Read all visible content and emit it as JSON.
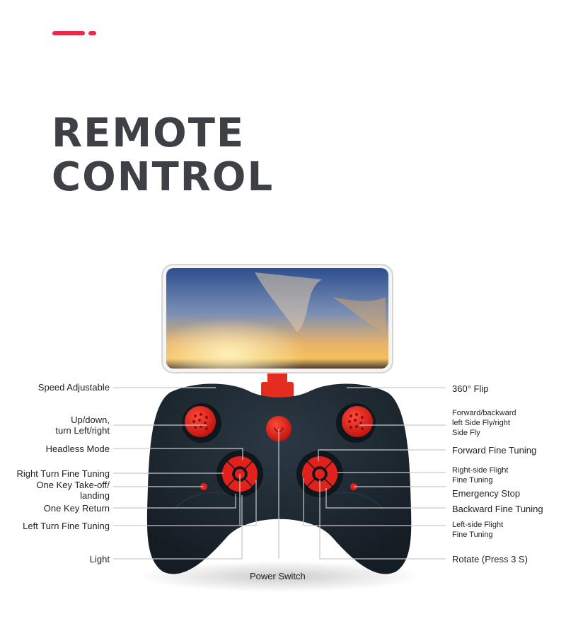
{
  "header": {
    "title_line1": "REMOTE",
    "title_line2": "CONTROL",
    "accent_color": "#f0274a",
    "title_color": "#3d4146"
  },
  "controller": {
    "body_color": "#1f2a33",
    "button_color": "#e3211c",
    "phone_screen": "sunset-sky-image"
  },
  "labels_left": [
    {
      "id": "speed-adjustable",
      "text": "Speed Adjustable"
    },
    {
      "id": "up-down-turn",
      "line1": "Up/down,",
      "line2": "turn Left/right"
    },
    {
      "id": "headless-mode",
      "text": "Headless Mode"
    },
    {
      "id": "right-turn-fine-tuning",
      "text": "Right Turn Fine Tuning"
    },
    {
      "id": "one-key-takeoff",
      "line1": "One Key Take-off/",
      "line2": "landing"
    },
    {
      "id": "one-key-return",
      "text": "One Key Return"
    },
    {
      "id": "left-turn-fine-tuning",
      "text": "Left Turn Fine Tuning"
    },
    {
      "id": "light",
      "text": "Light"
    }
  ],
  "labels_right": [
    {
      "id": "360-flip",
      "text": "360° Flip"
    },
    {
      "id": "forward-backward",
      "line1": "Forward/backward",
      "line2": "left Side Fly/right",
      "line3": "Side Fly"
    },
    {
      "id": "forward-fine-tuning",
      "text": "Forward Fine Tuning"
    },
    {
      "id": "right-side-flight",
      "line1": "Right-side Flight",
      "line2": "Fine Tuning"
    },
    {
      "id": "emergency-stop",
      "text": "Emergency Stop"
    },
    {
      "id": "backward-fine-tuning",
      "text": "Backward Fine Tuning"
    },
    {
      "id": "left-side-flight",
      "line1": "Left-side Flight",
      "line2": "Fine Tuning"
    },
    {
      "id": "rotate",
      "text": "Rotate (Press 3 S)"
    }
  ],
  "label_bottom": {
    "id": "power-switch",
    "text": "Power Switch"
  }
}
